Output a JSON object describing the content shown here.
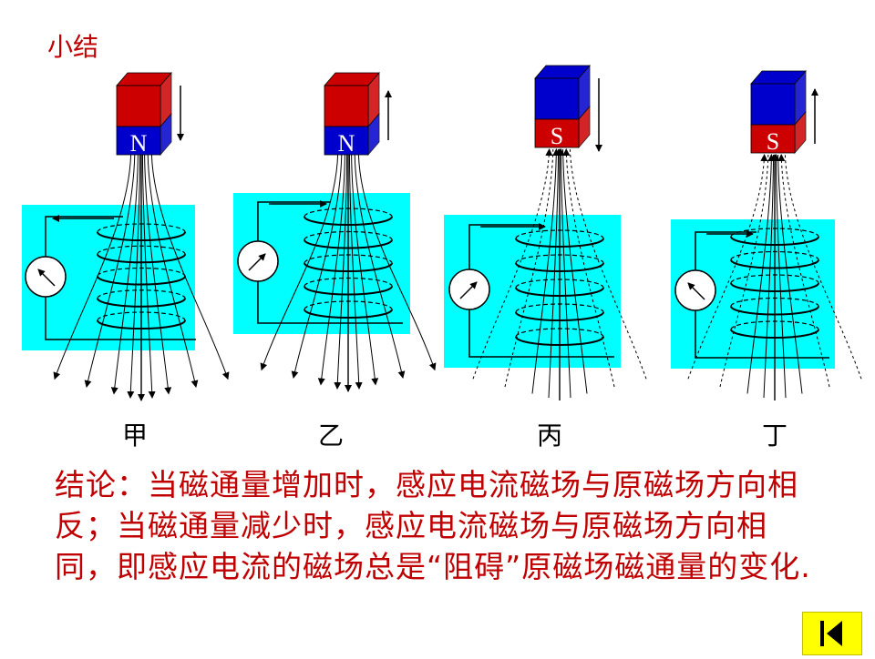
{
  "slide": {
    "title": "小结",
    "conclusion": "结论：当磁通量增加时，感应电流磁场与原磁场方向相反；当磁通量减少时，感应电流磁场与原磁场方向相同，即感应电流的磁场总是“阻碍”原磁场磁通量的变化.",
    "nav_icon": "skip-back-icon"
  },
  "panels": [
    {
      "id": "jia",
      "caption": "甲",
      "pole": "N",
      "magnet_motion": "down",
      "flux_direction": "down",
      "magnet_top": "red",
      "magnet_bottom": "blue"
    },
    {
      "id": "yi",
      "caption": "乙",
      "pole": "N",
      "magnet_motion": "up",
      "flux_direction": "down",
      "magnet_top": "red",
      "magnet_bottom": "blue"
    },
    {
      "id": "bing",
      "caption": "丙",
      "pole": "S",
      "magnet_motion": "down",
      "flux_direction": "up",
      "magnet_top": "blue",
      "magnet_bottom": "red"
    },
    {
      "id": "ding",
      "caption": "丁",
      "pole": "S",
      "magnet_motion": "up",
      "flux_direction": "up",
      "magnet_top": "blue",
      "magnet_bottom": "red"
    }
  ],
  "colors": {
    "title_text": "#c00000",
    "coil_panel": "#00ffff",
    "magnet_red": "#cc0000",
    "magnet_blue": "#0000cc",
    "nav_button": "#ffff00"
  }
}
